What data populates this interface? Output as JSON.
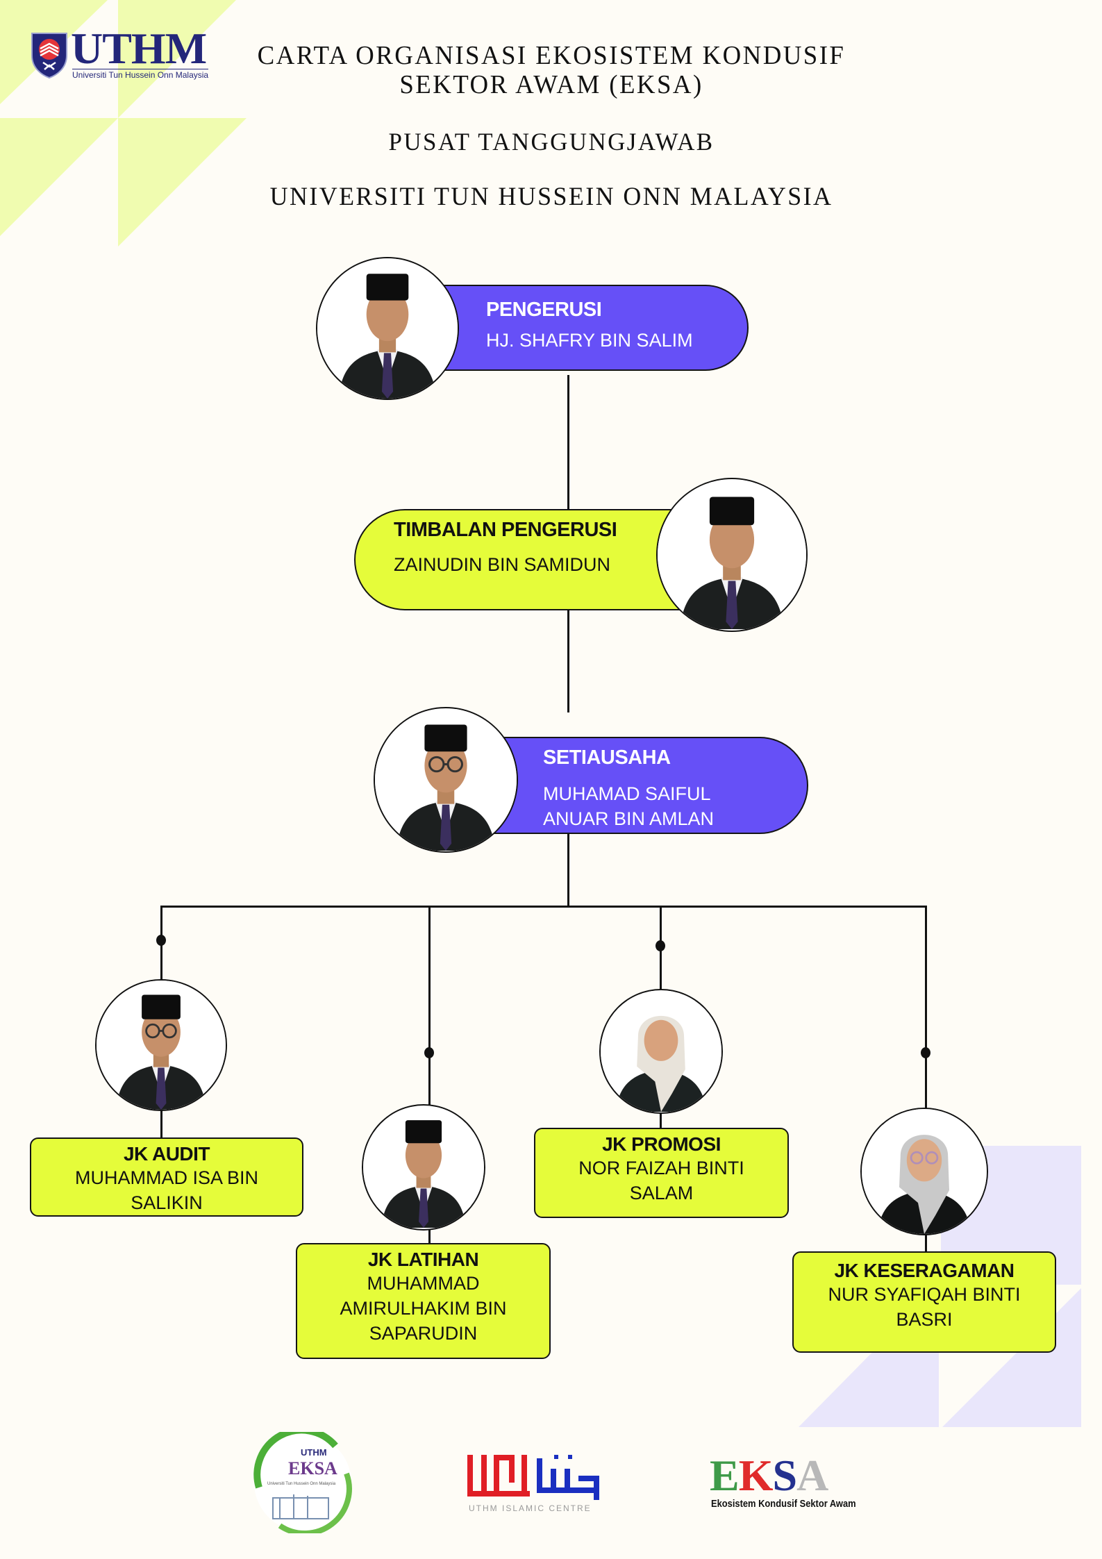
{
  "header": {
    "logo": {
      "icon": "uthm-crest-icon",
      "wordmark": "UTHM",
      "subtitle": "Universiti Tun Hussein Onn Malaysia"
    },
    "title_line_1": "CARTA ORGANISASI EKOSISTEM KONDUSIF",
    "title_line_2": "SEKTOR AWAM (EKSA)",
    "subtitle": "PUSAT TANGGUNGJAWAB",
    "institution": "UNIVERSITI TUN HUSSEIN ONN MALAYSIA"
  },
  "colors": {
    "background": "#FEFCF6",
    "accent_purple": "#6650F7",
    "accent_yellow": "#E5FC3A",
    "deco_yellow": "#F0FCB0",
    "deco_lavender": "#E9E6FB",
    "line": "#111111"
  },
  "org": {
    "chair": {
      "role": "PENGERUSI",
      "name": "HJ. SHAFRY BIN SALIM",
      "photo": "portrait-man-songkok"
    },
    "deputy": {
      "role": "TIMBALAN PENGERUSI",
      "name": "ZAINUDIN BIN SAMIDUN",
      "photo": "portrait-man-songkok"
    },
    "secretary": {
      "role": "SETIAUSAHA",
      "name_line_1": "MUHAMAD SAIFUL",
      "name_line_2": "ANUAR BIN AMLAN",
      "photo": "portrait-man-songkok-glasses"
    },
    "committees": [
      {
        "role": "JK AUDIT",
        "name_lines": [
          "MUHAMMAD ISA BIN",
          "SALIKIN"
        ],
        "photo": "portrait-man-songkok-glasses"
      },
      {
        "role": "JK LATIHAN",
        "name_lines": [
          "MUHAMMAD",
          "AMIRULHAKIM BIN",
          "SAPARUDIN"
        ],
        "photo": "portrait-man-songkok"
      },
      {
        "role": "JK PROMOSI",
        "name_lines": [
          "NOR FAIZAH BINTI",
          "SALAM"
        ],
        "photo": "portrait-woman-hijab"
      },
      {
        "role": "JK KESERAGAMAN",
        "name_lines": [
          "NUR SYAFIQAH BINTI",
          "BASRI"
        ],
        "photo": "portrait-woman-hijab-glasses"
      }
    ]
  },
  "footer": {
    "logos": [
      {
        "icon": "uthm-eksa-circle-logo",
        "label_top": "UTHM",
        "label": "EKSA",
        "caption": "Universiti Tun Hussein Onn Malaysia"
      },
      {
        "icon": "uthm-islamic-centre-logo",
        "caption": "UTHM ISLAMIC CENTRE"
      },
      {
        "icon": "eksa-wordmark-logo",
        "letters": [
          "E",
          "K",
          "S",
          "A"
        ],
        "letter_colors": [
          "#3E9A48",
          "#E02B2B",
          "#24318F",
          "#B8B8B8"
        ],
        "caption": "Ekosistem Kondusif Sektor Awam"
      }
    ]
  }
}
